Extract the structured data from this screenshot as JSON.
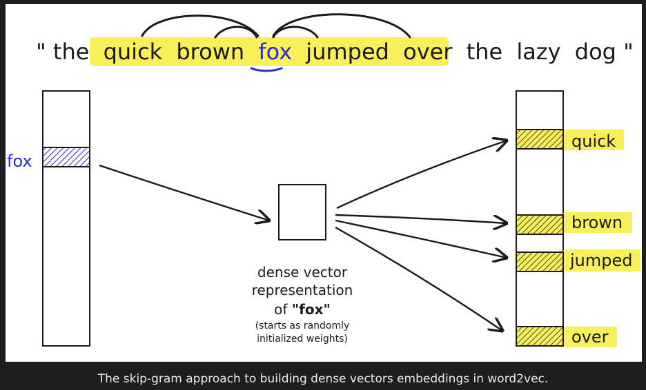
{
  "sentence": {
    "open_quote": "\"",
    "words": [
      "the",
      "quick",
      "brown",
      "fox",
      "jumped",
      "over",
      "the",
      "lazy",
      "dog"
    ],
    "close_quote": "\"",
    "target_word": "fox",
    "context_words": [
      "quick",
      "brown",
      "jumped",
      "over"
    ]
  },
  "input_label": "fox",
  "output_labels": [
    "quick",
    "brown",
    "jumped",
    "over"
  ],
  "center_label": {
    "line1": "dense vector",
    "line2": "representation",
    "line3_prefix": "of ",
    "line3_word": "\"fox\"",
    "note1": "(starts as randomly",
    "note2": "initialized weights)"
  },
  "caption": "The skip-gram approach to building dense vectors embeddings in word2vec.",
  "colors": {
    "highlight": "#f7f05a",
    "target": "#2b2bd6",
    "ink": "#1a1a1a",
    "background": "#1e1e1e",
    "panel": "#ffffff",
    "caption": "#eaeaea"
  }
}
